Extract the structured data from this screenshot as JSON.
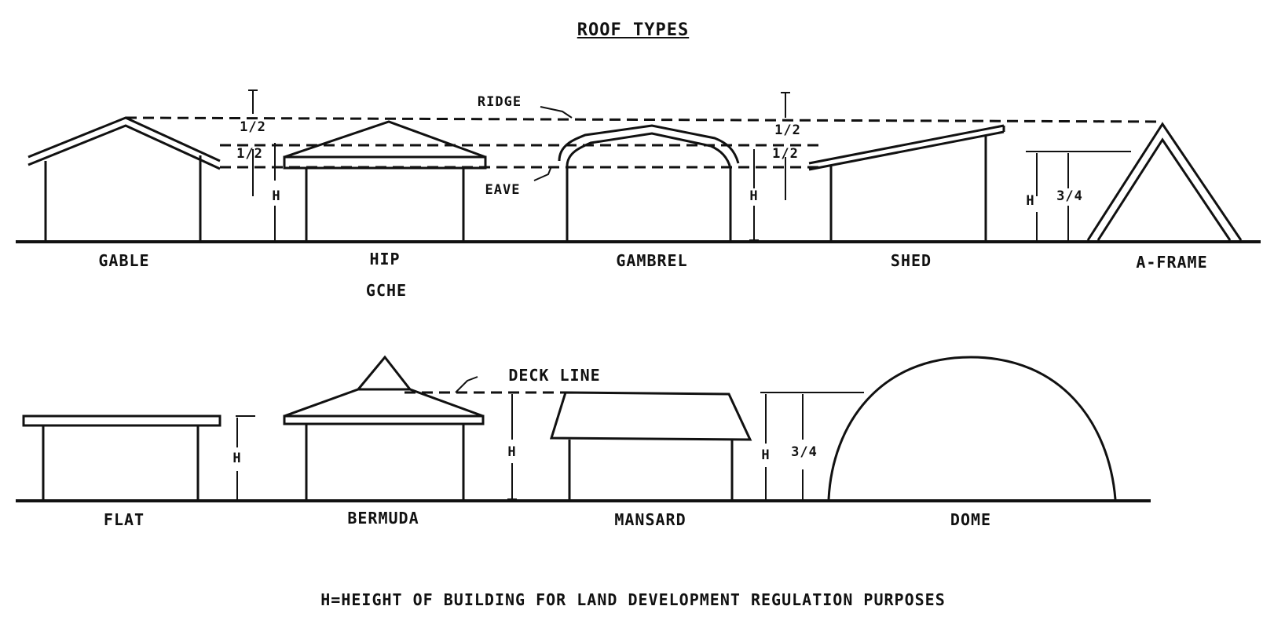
{
  "title": "ROOF TYPES",
  "footer": "H=HEIGHT OF BUILDING FOR LAND DEVELOPMENT REGULATION PURPOSES",
  "row1": {
    "names": [
      "GABLE",
      "HIP",
      "GAMBREL",
      "SHED",
      "A-FRAME"
    ],
    "hip_sub": "GCHE",
    "annotations": {
      "ridge": "RIDGE",
      "eave": "EAVE",
      "half_a": "1/2",
      "half_b": "1/2",
      "half_c": "1/2",
      "half_d": "1/2",
      "h1": "H",
      "h2": "H",
      "h3": "H",
      "three_quarter": "3/4"
    }
  },
  "row2": {
    "names": [
      "FLAT",
      "BERMUDA",
      "MANSARD",
      "DOME"
    ],
    "annotations": {
      "deck_line": "DECK LINE",
      "h1": "H",
      "h2": "H",
      "h3": "H",
      "three_quarter": "3/4"
    }
  }
}
